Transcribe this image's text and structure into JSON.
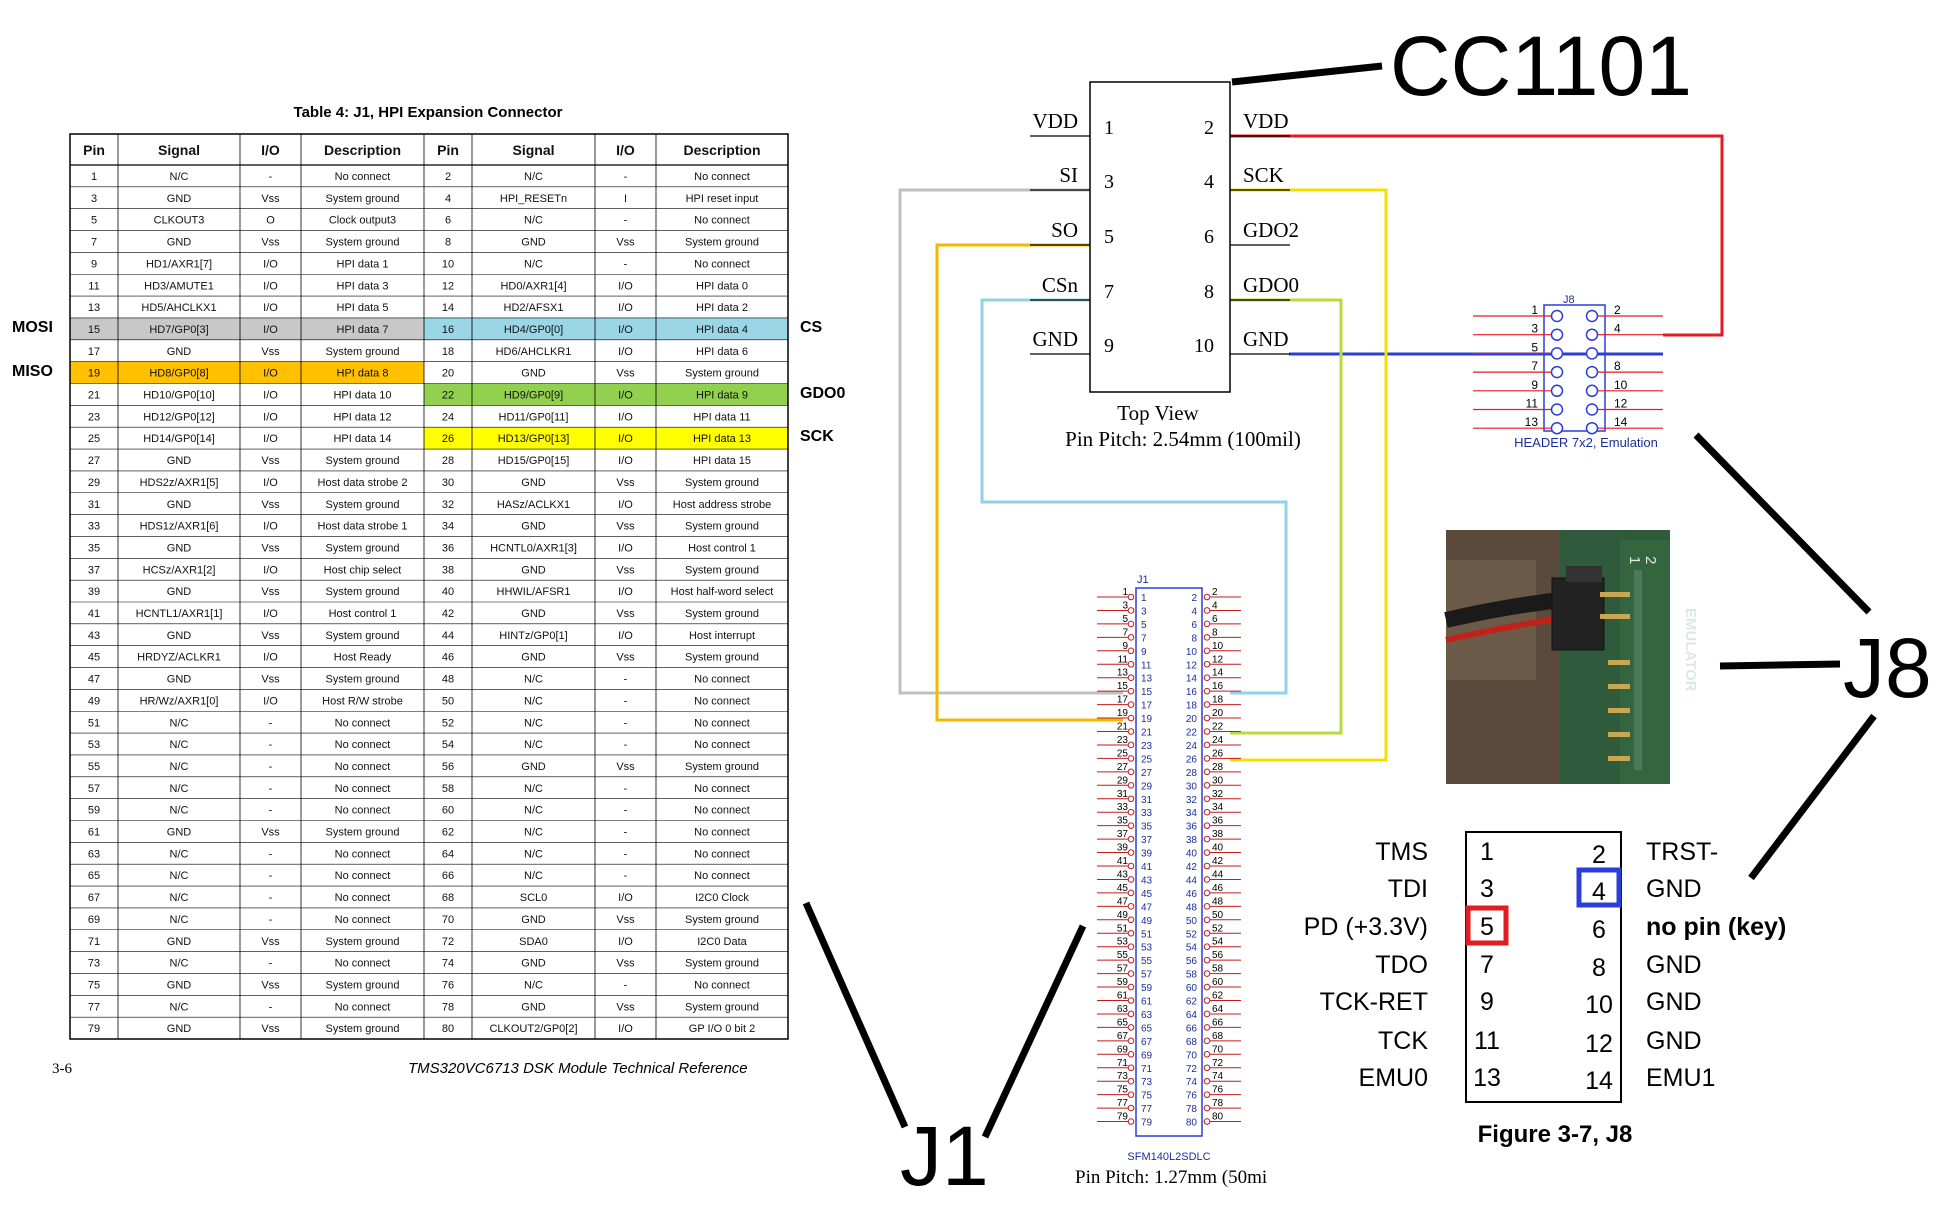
{
  "table": {
    "title": "Table 4: J1, HPI Expansion Connector",
    "headers": [
      "Pin",
      "Signal",
      "I/O",
      "Description",
      "Pin",
      "Signal",
      "I/O",
      "Description"
    ],
    "rows": [
      [
        "1",
        "N/C",
        "-",
        "No connect",
        "2",
        "N/C",
        "-",
        "No connect"
      ],
      [
        "3",
        "GND",
        "Vss",
        "System ground",
        "4",
        "HPI_RESETn",
        "I",
        "HPI reset input"
      ],
      [
        "5",
        "CLKOUT3",
        "O",
        "Clock output3",
        "6",
        "N/C",
        "-",
        "No connect"
      ],
      [
        "7",
        "GND",
        "Vss",
        "System ground",
        "8",
        "GND",
        "Vss",
        "System ground"
      ],
      [
        "9",
        "HD1/AXR1[7]",
        "I/O",
        "HPI data 1",
        "10",
        "N/C",
        "-",
        "No connect"
      ],
      [
        "11",
        "HD3/AMUTE1",
        "I/O",
        "HPI data 3",
        "12",
        "HD0/AXR1[4]",
        "I/O",
        "HPI data 0"
      ],
      [
        "13",
        "HD5/AHCLKX1",
        "I/O",
        "HPI data 5",
        "14",
        "HD2/AFSX1",
        "I/O",
        "HPI data 2"
      ],
      [
        "15",
        "HD7/GP0[3]",
        "I/O",
        "HPI data 7",
        "16",
        "HD4/GP0[0]",
        "I/O",
        "HPI data 4"
      ],
      [
        "17",
        "GND",
        "Vss",
        "System ground",
        "18",
        "HD6/AHCLKR1",
        "I/O",
        "HPI data 6"
      ],
      [
        "19",
        "HD8/GP0[8]",
        "I/O",
        "HPI data 8",
        "20",
        "GND",
        "Vss",
        "System ground"
      ],
      [
        "21",
        "HD10/GP0[10]",
        "I/O",
        "HPI data 10",
        "22",
        "HD9/GP0[9]",
        "I/O",
        "HPI data 9"
      ],
      [
        "23",
        "HD12/GP0[12]",
        "I/O",
        "HPI data 12",
        "24",
        "HD11/GP0[11]",
        "I/O",
        "HPI data 11"
      ],
      [
        "25",
        "HD14/GP0[14]",
        "I/O",
        "HPI data 14",
        "26",
        "HD13/GP0[13]",
        "I/O",
        "HPI data 13"
      ],
      [
        "27",
        "GND",
        "Vss",
        "System ground",
        "28",
        "HD15/GP0[15]",
        "I/O",
        "HPI data 15"
      ],
      [
        "29",
        "HDS2z/AXR1[5]",
        "I/O",
        "Host data strobe 2",
        "30",
        "GND",
        "Vss",
        "System ground"
      ],
      [
        "31",
        "GND",
        "Vss",
        "System ground",
        "32",
        "HASz/ACLKX1",
        "I/O",
        "Host address strobe"
      ],
      [
        "33",
        "HDS1z/AXR1[6]",
        "I/O",
        "Host data strobe 1",
        "34",
        "GND",
        "Vss",
        "System ground"
      ],
      [
        "35",
        "GND",
        "Vss",
        "System ground",
        "36",
        "HCNTL0/AXR1[3]",
        "I/O",
        "Host control 1"
      ],
      [
        "37",
        "HCSz/AXR1[2]",
        "I/O",
        "Host chip select",
        "38",
        "GND",
        "Vss",
        "System ground"
      ],
      [
        "39",
        "GND",
        "Vss",
        "System ground",
        "40",
        "HHWIL/AFSR1",
        "I/O",
        "Host half-word select"
      ],
      [
        "41",
        "HCNTL1/AXR1[1]",
        "I/O",
        "Host control 1",
        "42",
        "GND",
        "Vss",
        "System ground"
      ],
      [
        "43",
        "GND",
        "Vss",
        "System ground",
        "44",
        "HINTz/GP0[1]",
        "I/O",
        "Host interrupt"
      ],
      [
        "45",
        "HRDYZ/ACLKR1",
        "I/O",
        "Host Ready",
        "46",
        "GND",
        "Vss",
        "System ground"
      ],
      [
        "47",
        "GND",
        "Vss",
        "System ground",
        "48",
        "N/C",
        "-",
        "No connect"
      ],
      [
        "49",
        "HR/Wz/AXR1[0]",
        "I/O",
        "Host R/W strobe",
        "50",
        "N/C",
        "-",
        "No connect"
      ],
      [
        "51",
        "N/C",
        "-",
        "No connect",
        "52",
        "N/C",
        "-",
        "No connect"
      ],
      [
        "53",
        "N/C",
        "-",
        "No connect",
        "54",
        "N/C",
        "-",
        "No connect"
      ],
      [
        "55",
        "N/C",
        "-",
        "No connect",
        "56",
        "GND",
        "Vss",
        "System ground"
      ],
      [
        "57",
        "N/C",
        "-",
        "No connect",
        "58",
        "N/C",
        "-",
        "No connect"
      ],
      [
        "59",
        "N/C",
        "-",
        "No connect",
        "60",
        "N/C",
        "-",
        "No connect"
      ],
      [
        "61",
        "GND",
        "Vss",
        "System ground",
        "62",
        "N/C",
        "-",
        "No connect"
      ],
      [
        "63",
        "N/C",
        "-",
        "No connect",
        "64",
        "N/C",
        "-",
        "No connect"
      ],
      [
        "65",
        "N/C",
        "-",
        "No connect",
        "66",
        "N/C",
        "-",
        "No connect"
      ],
      [
        "67",
        "N/C",
        "-",
        "No connect",
        "68",
        "SCL0",
        "I/O",
        "I2C0 Clock"
      ],
      [
        "69",
        "N/C",
        "-",
        "No connect",
        "70",
        "GND",
        "Vss",
        "System ground"
      ],
      [
        "71",
        "GND",
        "Vss",
        "System ground",
        "72",
        "SDA0",
        "I/O",
        "I2C0 Data"
      ],
      [
        "73",
        "N/C",
        "-",
        "No connect",
        "74",
        "GND",
        "Vss",
        "System ground"
      ],
      [
        "75",
        "GND",
        "Vss",
        "System ground",
        "76",
        "N/C",
        "-",
        "No connect"
      ],
      [
        "77",
        "N/C",
        "-",
        "No connect",
        "78",
        "GND",
        "Vss",
        "System ground"
      ],
      [
        "79",
        "GND",
        "Vss",
        "System ground",
        "80",
        "CLKOUT2/GP0[2]",
        "I/O",
        "GP I/O 0 bit 2"
      ]
    ],
    "highlights": [
      {
        "row": 7,
        "side": "left",
        "color": "#c8c8c8"
      },
      {
        "row": 7,
        "side": "right",
        "color": "#9ad6e6"
      },
      {
        "row": 9,
        "side": "left",
        "color": "#ffc000"
      },
      {
        "row": 10,
        "side": "right",
        "color": "#92d050"
      },
      {
        "row": 12,
        "side": "right",
        "color": "#ffff00"
      }
    ],
    "side_labels": {
      "mosi": "MOSI",
      "miso": "MISO",
      "cs": "CS",
      "gdo0": "GDO0",
      "sck": "SCK"
    },
    "footer_left": "3-6",
    "footer_right": "TMS320VC6713  DSK  Module  Technical  Reference"
  },
  "cc1101": {
    "title": "CC1101",
    "left_pins": [
      {
        "name": "VDD",
        "num": "1"
      },
      {
        "name": "SI",
        "num": "3"
      },
      {
        "name": "SO",
        "num": "5"
      },
      {
        "name": "CSn",
        "num": "7"
      },
      {
        "name": "GND",
        "num": "9"
      }
    ],
    "right_pins": [
      {
        "name": "VDD",
        "num": "2"
      },
      {
        "name": "SCK",
        "num": "4"
      },
      {
        "name": "GDO2",
        "num": "6"
      },
      {
        "name": "GDO0",
        "num": "8"
      },
      {
        "name": "GND",
        "num": "10"
      }
    ],
    "caption1": "Top View",
    "caption2": "Pin Pitch: 2.54mm (100mil)"
  },
  "j8_header": {
    "ref": "J8",
    "left_nums": [
      "1",
      "3",
      "5",
      "7",
      "9",
      "11",
      "13"
    ],
    "right_nums": [
      "2",
      "4",
      "",
      "8",
      "10",
      "12",
      "14"
    ],
    "caption": "HEADER 7x2, Emulation"
  },
  "j1_connector": {
    "ref": "J1",
    "part": "SFM140L2SDLC",
    "caption": "Pin Pitch: 1.27mm (50mi",
    "pin_count": 80
  },
  "photo": {
    "label": "EMULATOR",
    "pin_marks": [
      "2",
      "1"
    ]
  },
  "j8_figure": {
    "left_signals": [
      "TMS",
      "TDI",
      "PD (+3.3V)",
      "TDO",
      "TCK-RET",
      "TCK",
      "EMU0"
    ],
    "left_nums": [
      "1",
      "3",
      "5",
      "7",
      "9",
      "11",
      "13"
    ],
    "right_nums": [
      "2",
      "4",
      "6",
      "8",
      "10",
      "12",
      "14"
    ],
    "right_signals": [
      "TRST-",
      "GND",
      "no pin (key)",
      "GND",
      "GND",
      "GND",
      "EMU1"
    ],
    "caption": "Figure 3-7,  J8"
  },
  "callouts": {
    "j1": "J1",
    "j8": "J8"
  },
  "wire_colors": {
    "vdd": "#e31b23",
    "gnd": "#2b3fd6",
    "si": "#c0c0c0",
    "so": "#f5b800",
    "csn": "#8fd3e8",
    "sck": "#f0e000",
    "gdo0": "#b8dc3c"
  }
}
